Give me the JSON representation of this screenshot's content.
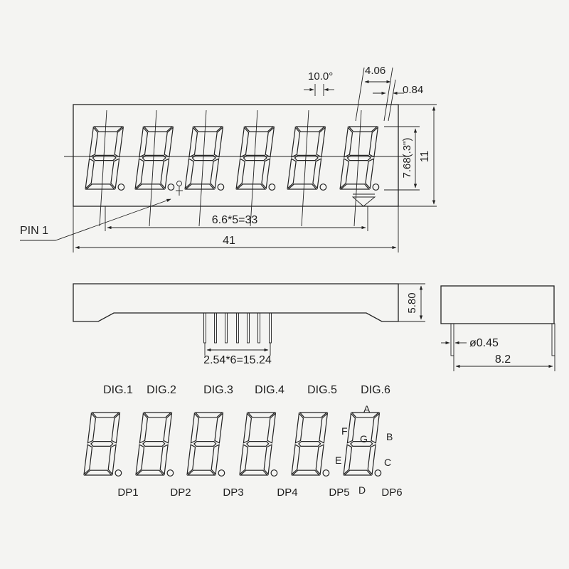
{
  "dimensions": {
    "angle": "10.0°",
    "offset_top": "4.06",
    "dp_gap": "0.84",
    "digit_height": "7.68(.3\")",
    "body_height": "11",
    "digit_pitch": "6.6*5=33",
    "body_width": "41",
    "pin1_label": "PIN 1",
    "body_depth": "5.80",
    "pin_pitch": "2.54*6=15.24",
    "pin_diameter": "ø0.45",
    "side_width": "8.2"
  },
  "digit_labels": [
    "DIG.1",
    "DIG.2",
    "DIG.3",
    "DIG.4",
    "DIG.5",
    "DIG.6"
  ],
  "dp_labels": [
    "DP1",
    "DP2",
    "DP3",
    "DP4",
    "DP5",
    "DP6"
  ],
  "segment_labels": {
    "a": "A",
    "b": "B",
    "c": "C",
    "d": "D",
    "e": "E",
    "f": "F",
    "g": "G"
  }
}
